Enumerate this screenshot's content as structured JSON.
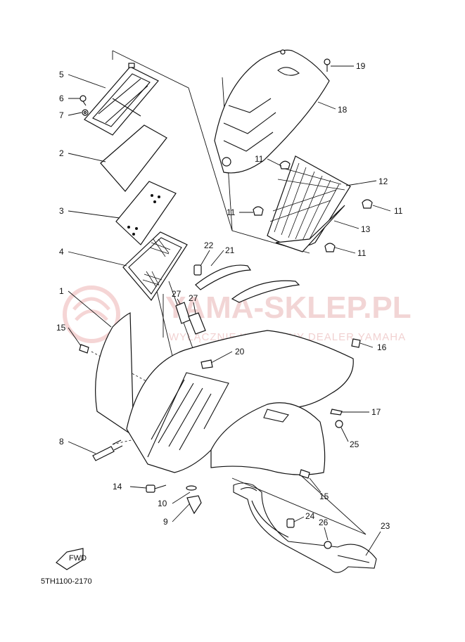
{
  "diagram": {
    "part_code": "5TH1100-2170",
    "fwd_marker": "FWD",
    "watermark": {
      "brand": "YAMA-SKLEP.PL",
      "subtitle": "WYŁĄCZNIE WYŁĄCZNY DEALER YAMAHA"
    },
    "callouts": [
      "1",
      "2",
      "3",
      "4",
      "5",
      "6",
      "7",
      "8",
      "9",
      "10",
      "11",
      "11",
      "11",
      "11",
      "12",
      "13",
      "14",
      "15",
      "15",
      "16",
      "17",
      "18",
      "19",
      "20",
      "21",
      "22",
      "23",
      "24",
      "25",
      "26",
      "27",
      "27"
    ]
  }
}
